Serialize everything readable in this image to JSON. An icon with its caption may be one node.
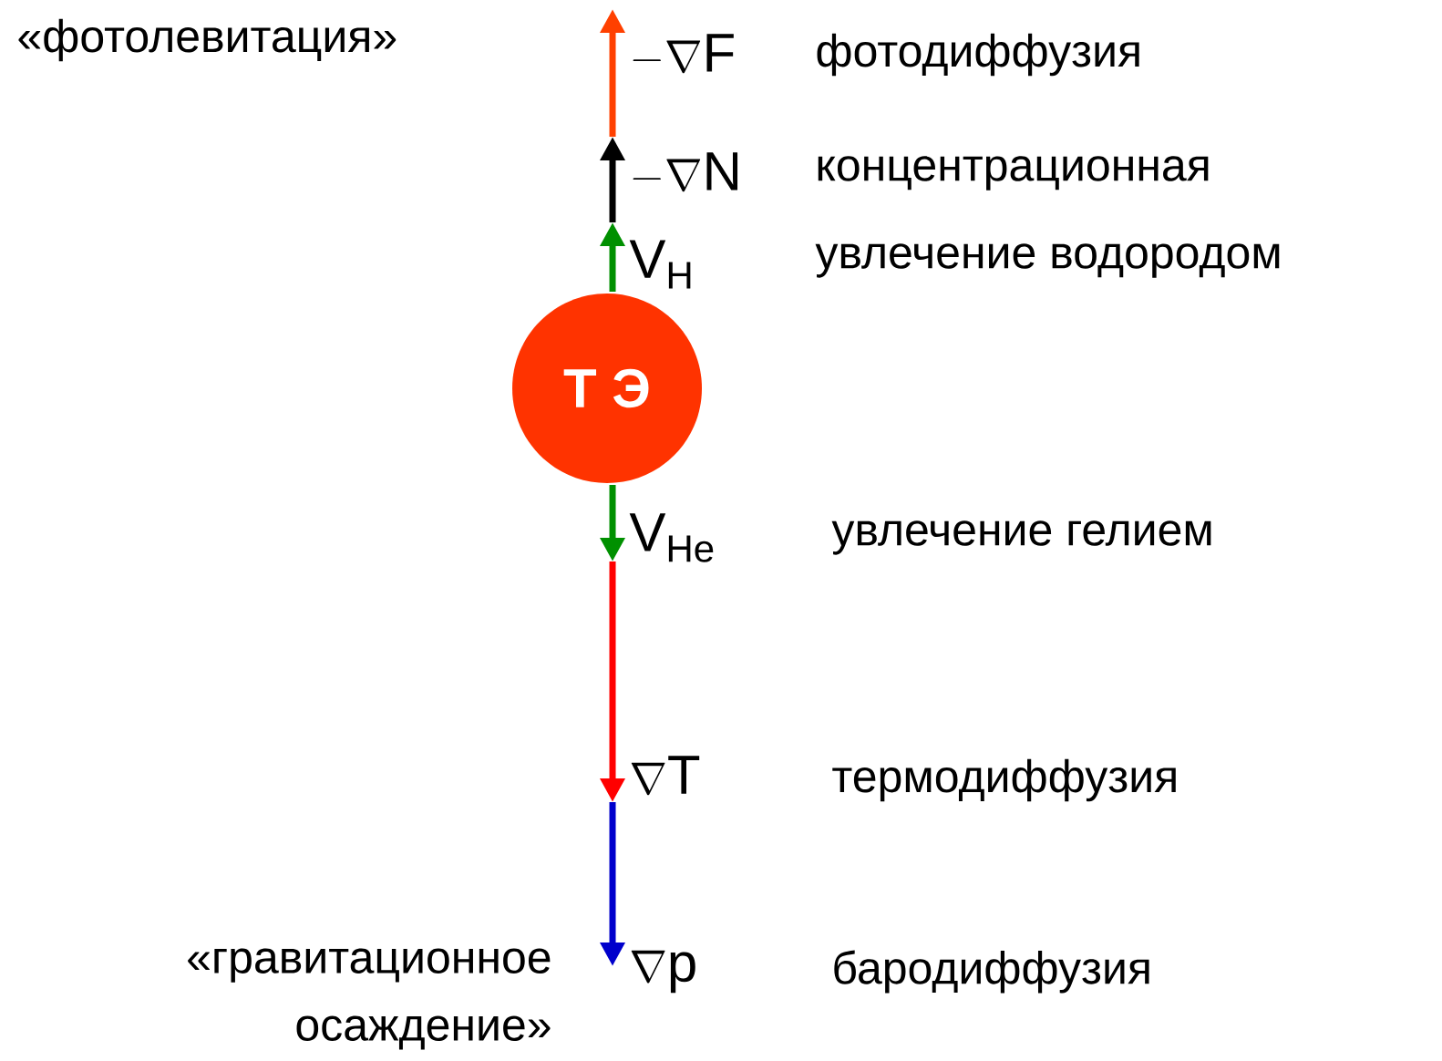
{
  "diagram": {
    "nodes": [
      {
        "text": [
          "Т Э"
        ]
      }
    ],
    "labels": [
      "«фотолевитация»",
      "-\\nabla \\mathrm{F}",
      "фотодиффузия",
      "-\\nabla \\mathrm{N}",
      "концентрационная",
      "\\mathrm{V}_{\\mathrm{H}}",
      "увлечение водородом",
      "\\mathrm{V}_{\\mathrm{He}}",
      "увлечение гелием",
      "\\nabla \\mathrm{T}",
      "термодиффузия",
      "«гравитационное осаждение»",
      "\\nabla \\mathrm{p}",
      "бародиффузия"
    ]
  }
}
